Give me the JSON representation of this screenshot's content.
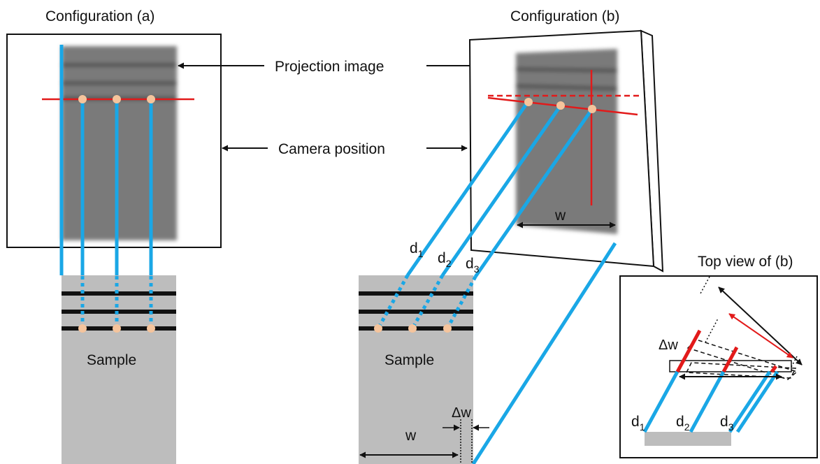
{
  "labels": {
    "config_a": "Configuration (a)",
    "config_b": "Configuration (b)",
    "projection_image": "Projection image",
    "camera_position": "Camera position",
    "sample_a": "Sample",
    "sample_b": "Sample",
    "top_view": "Top view of (b)",
    "w_top": "w",
    "w_bottom": "w",
    "delta_w_bottom": "Δw",
    "delta_w_top": "Δw",
    "d1": "d",
    "d1_sub": "1",
    "d2": "d",
    "d2_sub": "2",
    "d3": "d",
    "d3_sub": "3",
    "tv_d1": "d",
    "tv_d1_sub": "1",
    "tv_d2": "d",
    "tv_d2_sub": "2",
    "tv_d3": "d",
    "tv_d3_sub": "3"
  },
  "colors": {
    "beam": "#1aa7e6",
    "red": "#e21a1a",
    "dot": "#f5c49c",
    "sample": "#bdbdbd",
    "image": "#7a7a7a",
    "stripe": "#545454"
  }
}
